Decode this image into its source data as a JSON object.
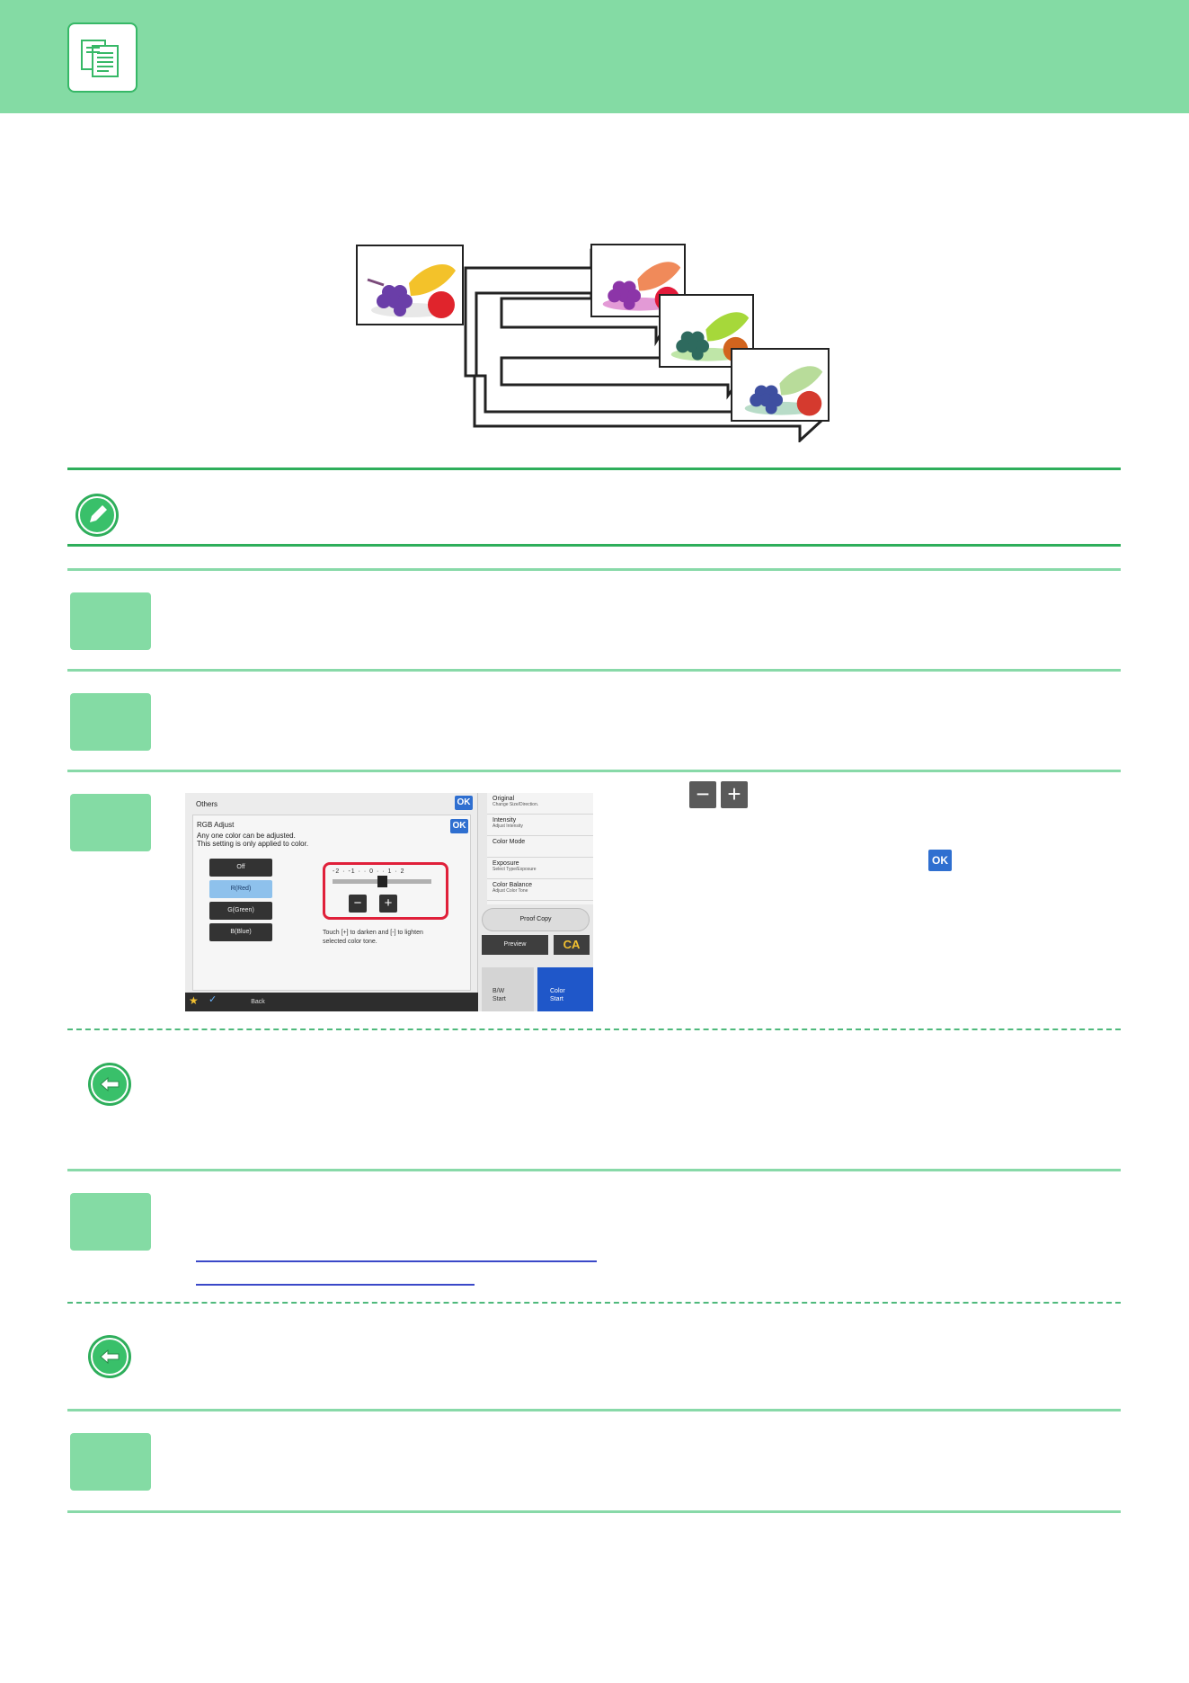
{
  "header": {
    "icon": "copy-document-icon"
  },
  "colors": {
    "header_bg": "#84dba4",
    "accent": "#2eae5b",
    "step_box": "#84dba4",
    "link": "#3a48c8"
  },
  "illustration": {
    "icon": "fruit-color-variation-illustration"
  },
  "step3": {
    "minus_label": "−",
    "plus_label": "+",
    "ok_label": "OK"
  },
  "panel": {
    "title": "Others",
    "ok": "OK",
    "section_title": "RGB Adjust",
    "desc1": "Any one color can be adjusted.",
    "desc2": "This setting is only applied to color.",
    "options": [
      "Off",
      "R(Red)",
      "G(Green)",
      "B(Blue)"
    ],
    "active_option": "R(Red)",
    "scale": "-2 · -1 · · 0 · · 1 · 2",
    "slider_value": 0,
    "minus": "−",
    "plus": "+",
    "hint1": "Touch [+] to darken and [-] to lighten",
    "hint2": "selected color tone.",
    "menu": [
      {
        "a": "Original",
        "b": "Change Size/Direction."
      },
      {
        "a": "Intensity",
        "b": "Adjust Intensity"
      },
      {
        "a": "Color Mode",
        "b": ""
      },
      {
        "a": "Exposure",
        "b": "Select Type/Exposure"
      },
      {
        "a": "Color Balance",
        "b": "Adjust Color Tone"
      }
    ],
    "proof_copy": "Proof Copy",
    "preview": "Preview",
    "ca": "CA",
    "bw1": "B/W",
    "bw2": "Start",
    "color1": "Color",
    "color2": "Start",
    "back": "Back"
  }
}
